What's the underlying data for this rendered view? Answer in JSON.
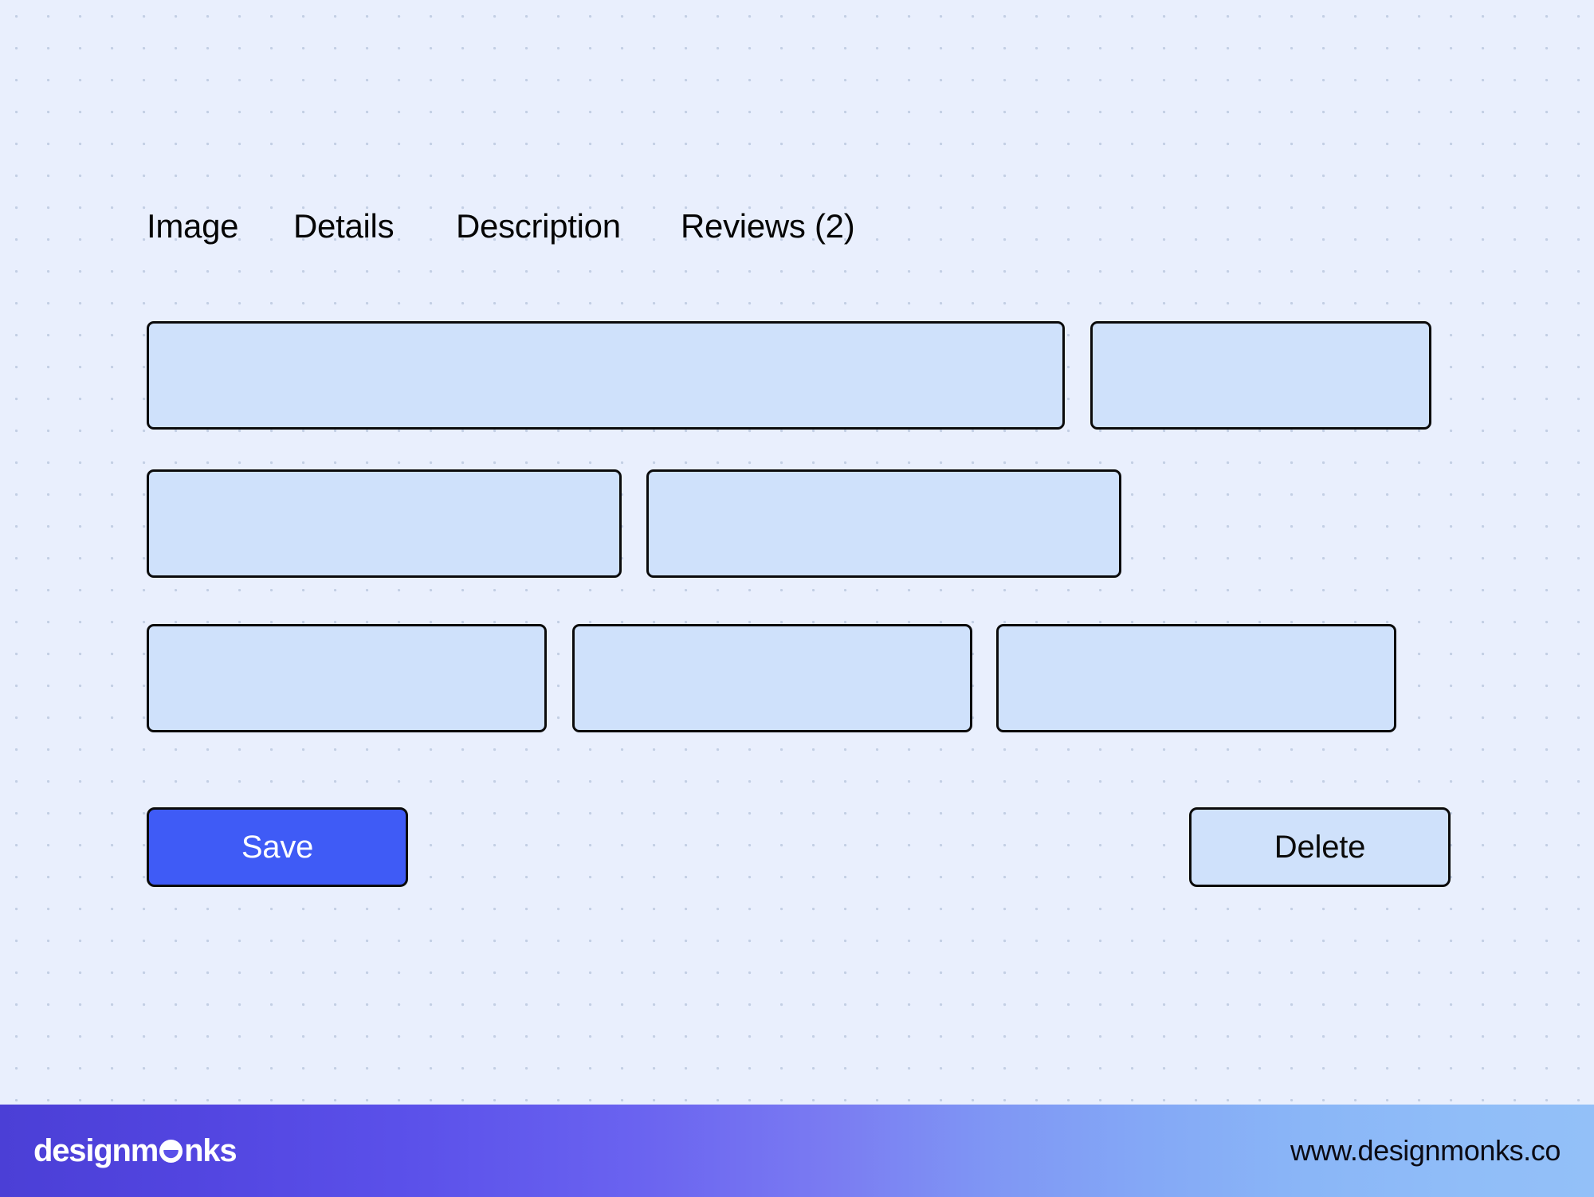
{
  "page": {
    "background_color": "#e9effd",
    "dot_color": "#c3cfe4"
  },
  "tabs": {
    "items": [
      {
        "label": "Image",
        "name": "tab-image",
        "selected": true
      },
      {
        "label": "Details",
        "name": "tab-details",
        "selected": false
      },
      {
        "label": "Description",
        "name": "tab-description",
        "selected": false
      },
      {
        "label": "Reviews (2)",
        "name": "tab-reviews",
        "selected": false
      }
    ]
  },
  "content": {
    "placeholder_fill": "#cfe1fb",
    "placeholder_border": "#0b0b0b",
    "rows": [
      {
        "name": "image-row",
        "blocks": [
          "image-main",
          "image-side"
        ]
      },
      {
        "name": "details-row",
        "blocks": [
          "detail-a",
          "detail-b"
        ]
      },
      {
        "name": "meta-row",
        "blocks": [
          "meta-a",
          "meta-b",
          "meta-c"
        ]
      }
    ]
  },
  "actions": {
    "save": {
      "label": "Save",
      "background": "#3f5bf6",
      "text_color": "#ffffff"
    },
    "delete": {
      "label": "Delete",
      "background": "#cfe1fb",
      "text_color": "#0b0b0b"
    }
  },
  "footer": {
    "brand_prefix": "designm",
    "brand_suffix": "nks",
    "brand_full": "designmonks",
    "url": "www.designmonks.co",
    "gradient_start": "#4b3fd6",
    "gradient_end": "#93c0f8",
    "text_color": "#ffffff",
    "url_color": "#0b0b14"
  }
}
